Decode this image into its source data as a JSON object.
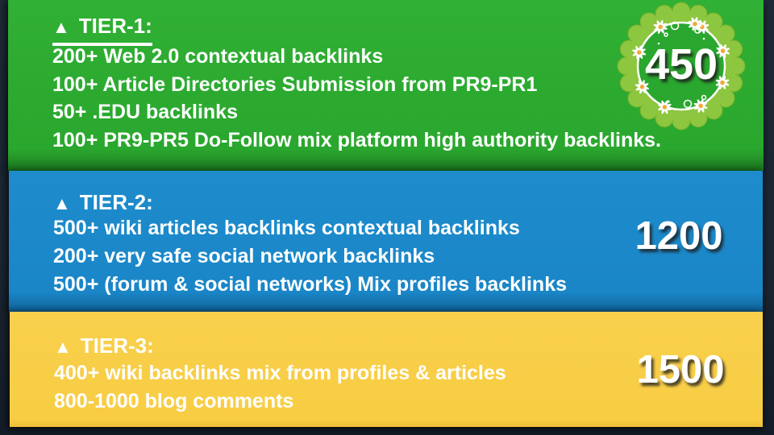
{
  "banner": {
    "background_color": "#1b2632",
    "text_color": "#ffffff",
    "tiers": [
      {
        "marker": "▲",
        "title": "TIER-1:",
        "count": "450",
        "band_color": "#2aa72e",
        "items": [
          "200+ Web 2.0 contextual backlinks",
          "100+ Article Directories Submission from PR9-PR1",
          "50+ .EDU backlinks",
          "100+ PR9-PR5 Do-Follow mix platform high authority backlinks."
        ]
      },
      {
        "marker": "▲",
        "title": "TIER-2:",
        "count": "1200",
        "band_color": "#1a86c8",
        "items": [
          "500+ wiki articles backlinks contextual backlinks",
          "200+ very safe social network backlinks",
          "500+ (forum & social networks) Mix profiles backlinks"
        ]
      },
      {
        "marker": "▲",
        "title": "TIER-3:",
        "count": "1500",
        "band_color": "#f8cd44",
        "items": [
          "400+ wiki backlinks mix from profiles & articles",
          "800-1000 blog comments"
        ]
      }
    ],
    "badge": {
      "value": "450",
      "scallop_color": "#8dc63f",
      "scallop_edge_color": "#7ab22e",
      "inner_color": "#2aa72e",
      "ring_color": "#ffffff",
      "daisy_petal_color": "#ffffff",
      "daisy_center_color": "#f2a93b"
    }
  }
}
